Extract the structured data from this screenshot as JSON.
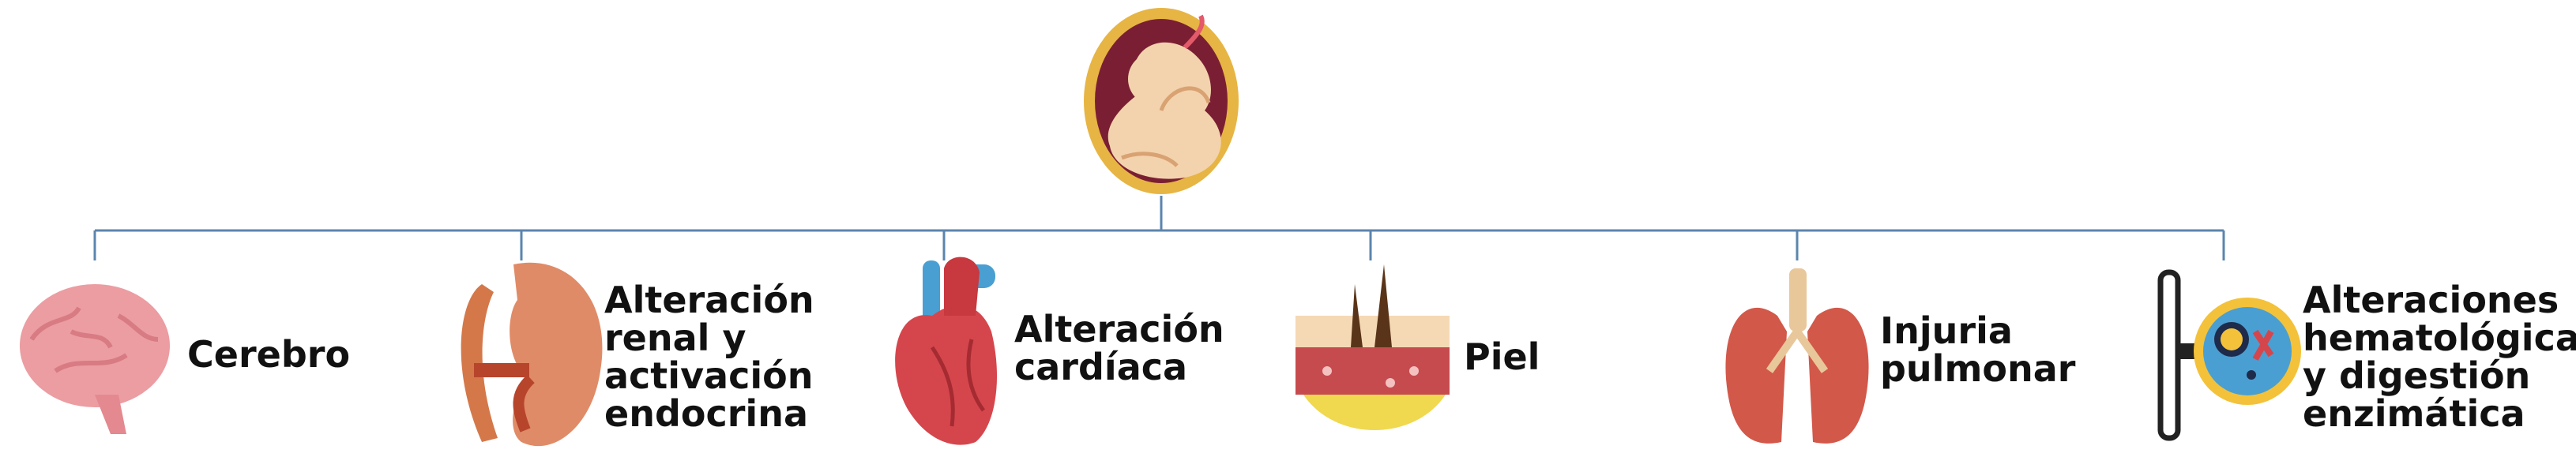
{
  "diagram": {
    "colors": {
      "connector": "#5b85ad",
      "text": "#111111",
      "fetus_frame": "#e7b544",
      "fetus_bg": "#7a1f33",
      "fetus_skin": "#f3d3ad",
      "brain": "#eb9da2",
      "kidney": "#d4784a",
      "heart": "#d5464c",
      "skin_hair": "#5a3418",
      "lungs": "#d2584a",
      "blood_cell": "#4a9fd2"
    },
    "root": {
      "icon": "fetus-icon"
    },
    "nodes": [
      {
        "icon": "brain-icon",
        "lines": [
          "Cerebro"
        ]
      },
      {
        "icon": "kidney-icon",
        "lines": [
          "Alteración",
          "renal y",
          "activación",
          "endocrina"
        ]
      },
      {
        "icon": "heart-icon",
        "lines": [
          "Alteración",
          "cardíaca"
        ]
      },
      {
        "icon": "skin-icon",
        "lines": [
          "Piel"
        ]
      },
      {
        "icon": "lungs-icon",
        "lines": [
          "Injuria",
          "pulmonar"
        ]
      },
      {
        "icon": "blood-cell-icon",
        "lines": [
          "Alteraciones",
          "hematológicas",
          "y digestión",
          "enzimática"
        ]
      }
    ]
  }
}
